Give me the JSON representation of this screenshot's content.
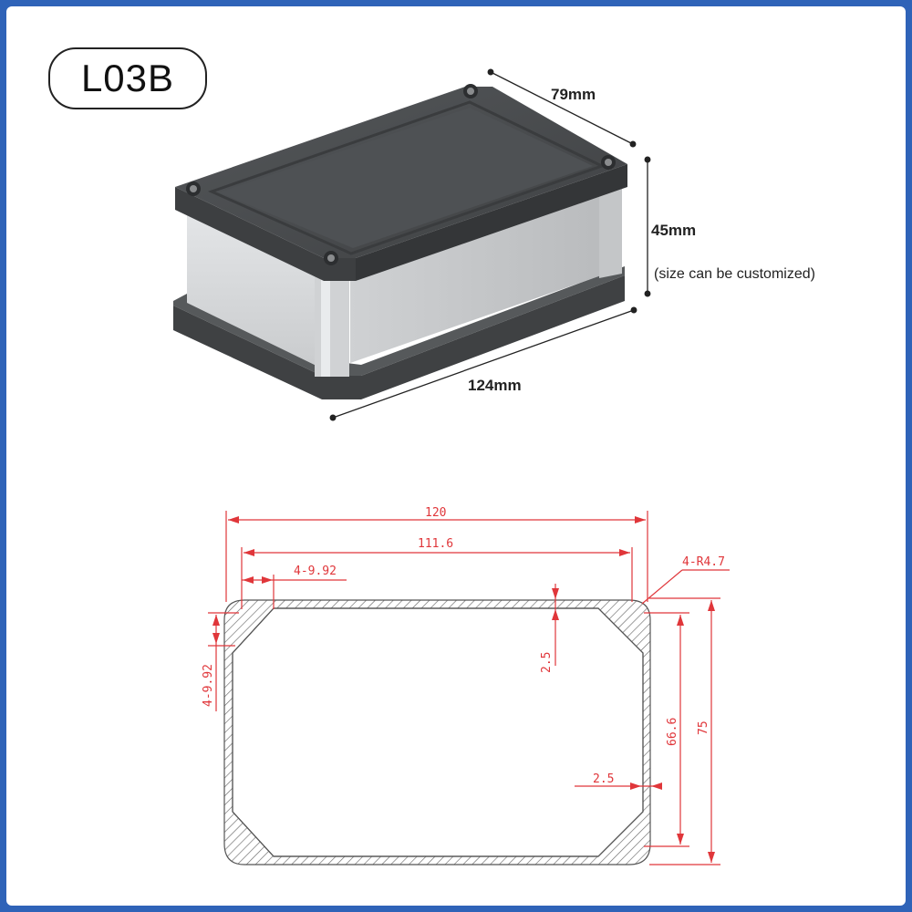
{
  "model_label": "L03B",
  "dimensions": {
    "width": "79mm",
    "height": "45mm",
    "length": "124mm",
    "note": "(size can be customized)"
  },
  "cross_section": {
    "overall_width": "120",
    "inner_width": "111.6",
    "corner_offset_top": "4-9.92",
    "corner_radius": "4-R4.7",
    "corner_offset_left": "4-9.92",
    "wall_thickness_top": "2.5",
    "wall_thickness_side": "2.5",
    "inner_height": "66.6",
    "overall_height": "75"
  },
  "colors": {
    "border": "#2f63b8",
    "lid": "#4a4c4e",
    "body": "#d6d8da",
    "dimension_red": "#e0363a"
  }
}
